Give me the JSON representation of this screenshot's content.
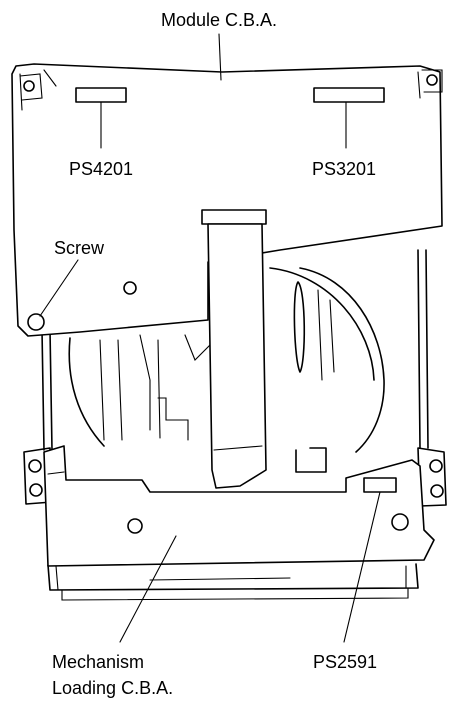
{
  "labels": {
    "module": "Module C.B.A.",
    "ps4201": "PS4201",
    "ps3201": "PS3201",
    "screw": "Screw",
    "mechanism_line1": "Mechanism",
    "mechanism_line2": "Loading C.B.A.",
    "ps2591": "PS2591"
  }
}
